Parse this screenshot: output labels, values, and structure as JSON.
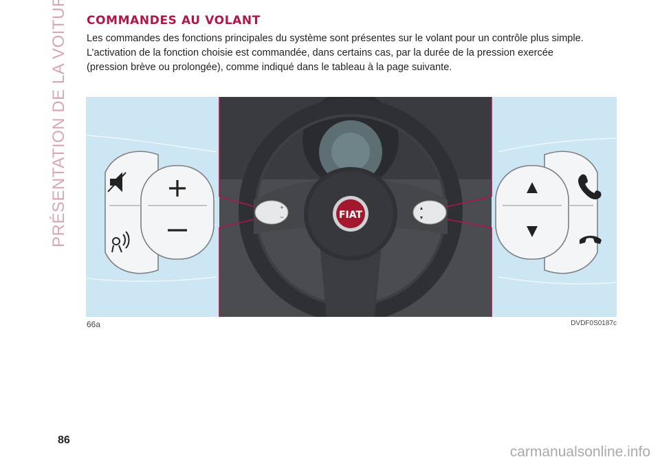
{
  "sidebar": {
    "section_title": "PRÉSENTATION DE LA VOITURE"
  },
  "heading": "COMMANDES AU VOLANT",
  "paragraph": {
    "line1": "Les commandes des fonctions principales du système sont présentes sur le volant pour un contrôle plus simple.",
    "line2": "L’activation de la fonction choisie est commandée, dans certains cas, par la durée de la pression exercée",
    "line3": "(pression brève ou prolongée), comme indiqué dans le tableau à la page suivante."
  },
  "figure": {
    "label": "66a",
    "reference": "DVDF0S0187c",
    "logo_text": "FIAT",
    "icons": {
      "left_pad": [
        "mute-icon",
        "plus-icon",
        "voice-icon",
        "minus-icon"
      ],
      "right_pad": [
        "up-arrow-icon",
        "phone-icon",
        "down-arrow-icon",
        "hang-up-icon"
      ]
    },
    "colors": {
      "background": "#cde6f3",
      "callout_lines": "#b0164b",
      "logo": "#a3182d"
    }
  },
  "page_number": "86",
  "watermark": "carmanualsonline.info"
}
